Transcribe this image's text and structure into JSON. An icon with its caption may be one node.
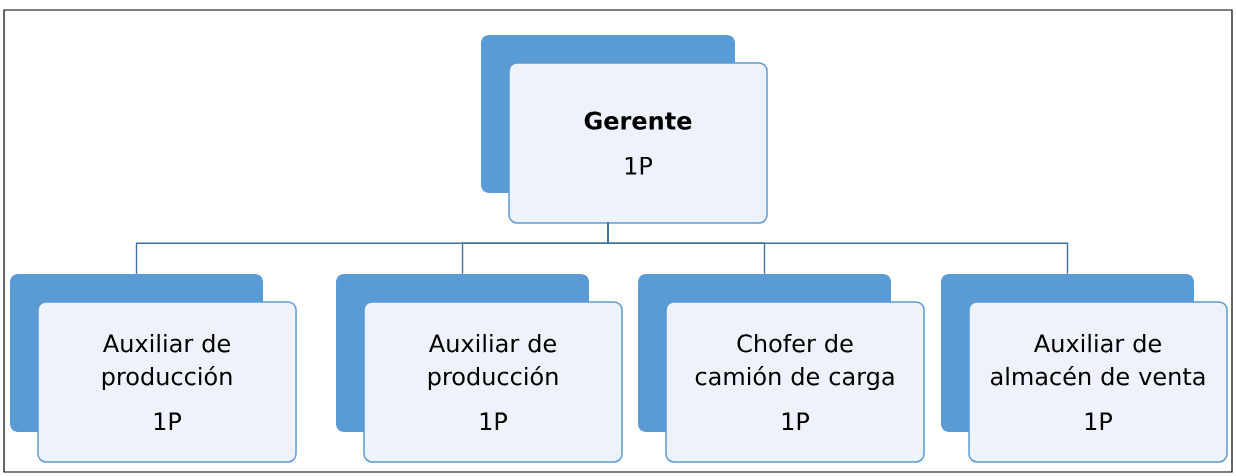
{
  "diagram": {
    "nodes": [
      {
        "text": [
          "Gerente",
          "1P"
        ]
      },
      {
        "text": [
          "Auxiliar de producción",
          "1P"
        ]
      },
      {
        "text": [
          "Auxiliar de producción",
          "1P"
        ]
      },
      {
        "text": [
          "Chofer de camión de carga",
          "1P"
        ]
      },
      {
        "text": [
          "Auxiliar de almacén de venta",
          "1P"
        ]
      }
    ],
    "edges": [
      {
        "from": 0,
        "to": 1,
        "arrow": "none"
      },
      {
        "from": 0,
        "to": 2,
        "arrow": "none"
      },
      {
        "from": 0,
        "to": 3,
        "arrow": "none"
      },
      {
        "from": 0,
        "to": 4,
        "arrow": "none"
      }
    ]
  }
}
